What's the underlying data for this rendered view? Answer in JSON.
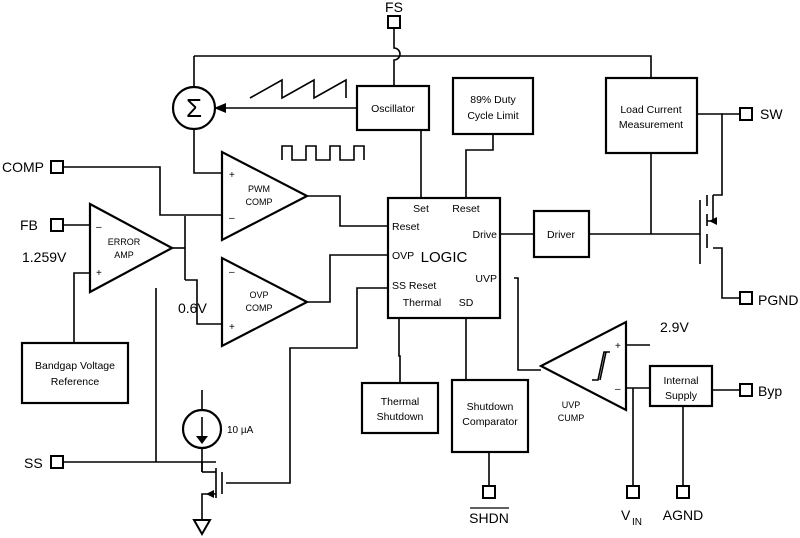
{
  "pins": {
    "fs": "FS",
    "sw": "SW",
    "comp": "COMP",
    "fb": "FB",
    "pgnd": "PGND",
    "ss": "SS",
    "shdn": "SHDN",
    "vin_main": "V",
    "vin_sub": "IN",
    "agnd": "AGND",
    "byp": "Byp"
  },
  "voltages": {
    "vref": "1.259V",
    "ovp_ref": "0.6V",
    "uvp_ref": "2.9V"
  },
  "current_source": "10 µA",
  "sum_symbol": "Σ",
  "blocks": {
    "oscillator": "Oscillator",
    "duty": [
      "89% Duty",
      "Cycle Limit"
    ],
    "load": [
      "Load Current",
      "Measurement"
    ],
    "logic": "LOGIC",
    "logic_pins": {
      "set": "Set",
      "reset_top": "Reset",
      "reset_left": "Reset",
      "ovp": "OVP",
      "drive": "Drive",
      "uvp": "UVP",
      "ss_reset": "SS Reset",
      "thermal": "Thermal",
      "sd": "SD"
    },
    "driver": "Driver",
    "bandgap": [
      "Bandgap Voltage",
      "Reference"
    ],
    "thermal_sd": [
      "Thermal",
      "Shutdown"
    ],
    "shdn_comp": [
      "Shutdown",
      "Comparator"
    ],
    "internal": [
      "Internal",
      "Supply"
    ]
  },
  "amps": {
    "error": [
      "ERROR",
      "AMP"
    ],
    "pwm": [
      "PWM",
      "COMP"
    ],
    "ovp": [
      "OVP",
      "COMP"
    ],
    "uvp": [
      "UVP",
      "CUMP"
    ]
  },
  "signs": {
    "minus": "–",
    "plus": "+"
  }
}
